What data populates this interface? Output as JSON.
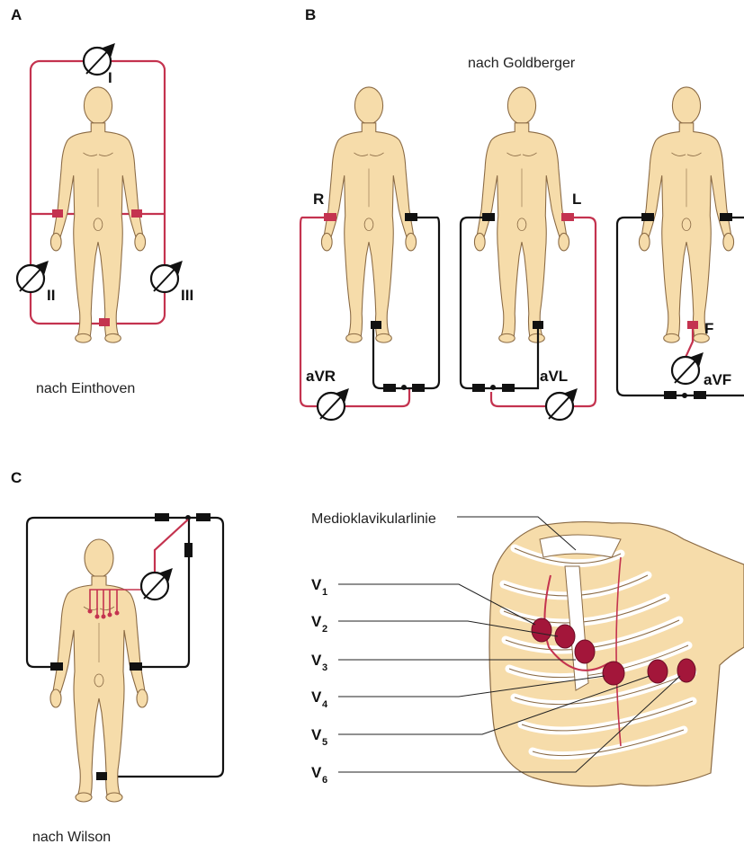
{
  "panels": {
    "a": {
      "letter": "A",
      "caption": "nach Einthoven",
      "leads": [
        "I",
        "II",
        "III"
      ]
    },
    "b": {
      "letter": "B",
      "title": "nach Goldberger",
      "electrodes": [
        "R",
        "L",
        "F"
      ],
      "leads": [
        "aVR",
        "aVL",
        "aVF"
      ]
    },
    "c": {
      "letter": "C",
      "caption": "nach Wilson",
      "line_label": "Medioklavikularlinie",
      "chest_leads": [
        {
          "main": "V",
          "sub": "1"
        },
        {
          "main": "V",
          "sub": "2"
        },
        {
          "main": "V",
          "sub": "3"
        },
        {
          "main": "V",
          "sub": "4"
        },
        {
          "main": "V",
          "sub": "5"
        },
        {
          "main": "V",
          "sub": "6"
        }
      ]
    }
  },
  "colors": {
    "skin": "#f6dcaa",
    "red_wire": "#c4334f",
    "black_wire": "#111111",
    "electrode_red": "#a3163a"
  }
}
